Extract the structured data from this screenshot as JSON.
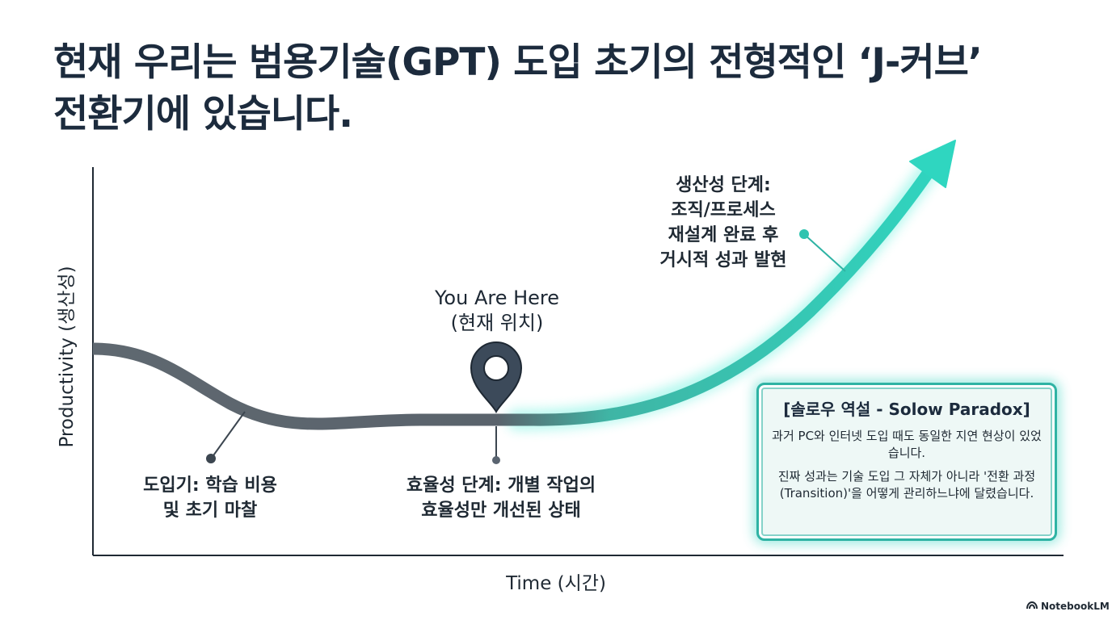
{
  "title": {
    "line1": "현재 우리는 범용기술(GPT) 도입 초기의 전형적인 ‘J-커브’",
    "line2": "전환기에 있습니다."
  },
  "axes": {
    "y_label": "Productivity (생산성)",
    "x_label": "Time (시간)"
  },
  "marker": {
    "line1": "You Are Here",
    "line2": "(현재 위치)",
    "icon": "map-pin-icon"
  },
  "phases": {
    "intro": {
      "line1": "도입기: 학습 비용",
      "line2": "및 초기 마찰"
    },
    "efficiency": {
      "line1": "효율성 단계: 개별 작업의",
      "line2": "효율성만 개선된 상태"
    },
    "productivity": {
      "line1": "생산성 단계:",
      "line2": "조직/프로세스",
      "line3": "재설계 완료 후",
      "line4": "거시적 성과 발현"
    }
  },
  "info_box": {
    "title": "[솔로우 역설 - Solow Paradox]",
    "para1": "과거 PC와 인터넷 도입 때도 동일한 지연 현상이 있었습니다.",
    "para2": "진짜 성과는 기술 도입 그 자체가 아니라 '전환 과정(Transition)'을 어떻게 관리하느냐에 달렸습니다."
  },
  "brand": "NotebookLM",
  "colors": {
    "curve_dark": "#5a636c",
    "curve_accent": "#2fd6c0",
    "marker": "#3c4a5a",
    "box_border": "#2fb3a4"
  }
}
